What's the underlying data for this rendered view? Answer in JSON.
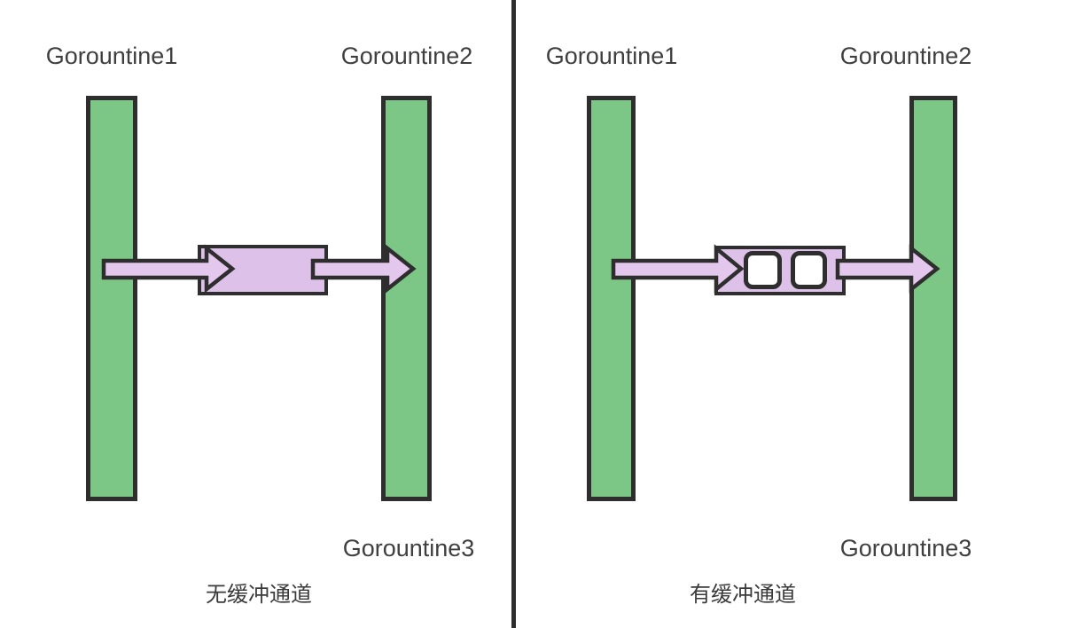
{
  "colors": {
    "background": "#ffffff",
    "goroutine_bar_green": "#7cc785",
    "outline_stroke": "#2e2e2e",
    "channel_fill": "#dec1e8",
    "arrow_fill": "#e3c7ec",
    "buffer_slot_fill": "#ffffff",
    "text": "#3f3f3f"
  },
  "left_panel": {
    "goroutine1_label": "Gorountine1",
    "goroutine2_label": "Gorountine2",
    "goroutine3_label": "Gorountine3",
    "caption": "无缓冲通道",
    "channel_type": "unbuffered",
    "buffer_slots": 0
  },
  "right_panel": {
    "goroutine1_label": "Gorountine1",
    "goroutine2_label": "Gorountine2",
    "goroutine3_label": "Gorountine3",
    "caption": "有缓冲通道",
    "channel_type": "buffered",
    "buffer_slots": 2
  }
}
